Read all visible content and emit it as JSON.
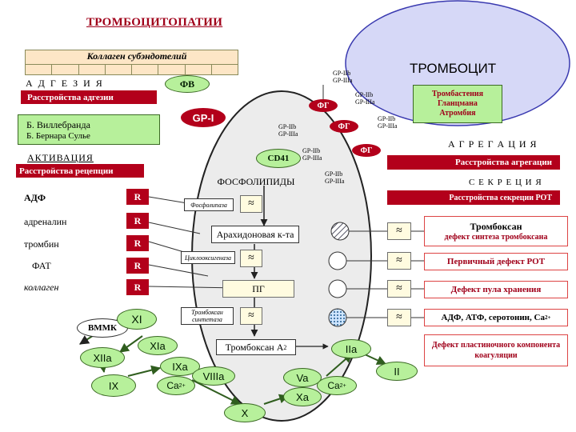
{
  "title": "ТРОМБОЦИТОПАТИИ",
  "collagen_label": "Коллаген субэндотелий",
  "platelet_label": "ТРОМБОЦИТ",
  "adhesion": {
    "heading": "А Д Г Е З И Я",
    "disorder": "Расстройства адгезии"
  },
  "vwf": {
    "label": "ФВ",
    "disease": "Б. Виллебранда"
  },
  "bernard": "Б. Бернара Сулье",
  "activation": {
    "heading": "АКТИВАЦИЯ",
    "disorder": "Расстройства рецепции"
  },
  "gp1": "GP-I",
  "cd41": "CD41",
  "phospholipids": "ФОСФОЛИПИДЫ",
  "fg": "ФГ",
  "gp_label": "GP-IIb\nGP-IIIa",
  "glanzmann": "Тромбастения\nГланцмана\nАтромбия",
  "aggregation": {
    "heading": "А Г Р Е Г А Ц И Я",
    "disorder": "Расстройства агрегации"
  },
  "secretion": {
    "heading": "С Е К Р Е Ц И Я",
    "disorder": "Расстройства секреции РОТ"
  },
  "agonists": [
    "АДФ",
    "адреналин",
    "тромбин",
    "ФАТ",
    "коллаген"
  ],
  "receptor": "R",
  "enzymes": {
    "phospholipase": "Фосфолипаза",
    "cyclooxygenase": "Циклооксигеназа",
    "thromboxane_synthetase": "Тромбоксан синтетаза"
  },
  "arachidonic": "Арахидоновая к-та",
  "pg": "ПГ",
  "thromboxane": "Тромбоксан А",
  "thromboxane_sub": "2",
  "approx": "≈",
  "defects": {
    "txa_title": "Тромбоксан",
    "txa_sub": "дефект синтеза тромбоксана",
    "primary": "Первичный дефект РОТ",
    "pool": "Дефект пула хранения",
    "adp": "АДФ, АТФ, серотонин, Ca",
    "adp_sup": "2+",
    "coag": "Дефект пластиночного компонента коагуляции"
  },
  "factors": {
    "hmwk": "ВММК",
    "xi": "XI",
    "xia": "XIa",
    "xiia": "XIIa",
    "ix": "IX",
    "ixa": "IXa",
    "viiia": "VIIIa",
    "ca1": "Ca",
    "ca_sup": "2+",
    "va": "Va",
    "xa": "Xa",
    "ca2": "Ca",
    "x": "X",
    "iia": "IIa",
    "ii": "II"
  },
  "colors": {
    "red": "#b3001b",
    "green": "#b7f09b",
    "lavender": "#d6d8f7",
    "cell": "#eaeaea"
  }
}
